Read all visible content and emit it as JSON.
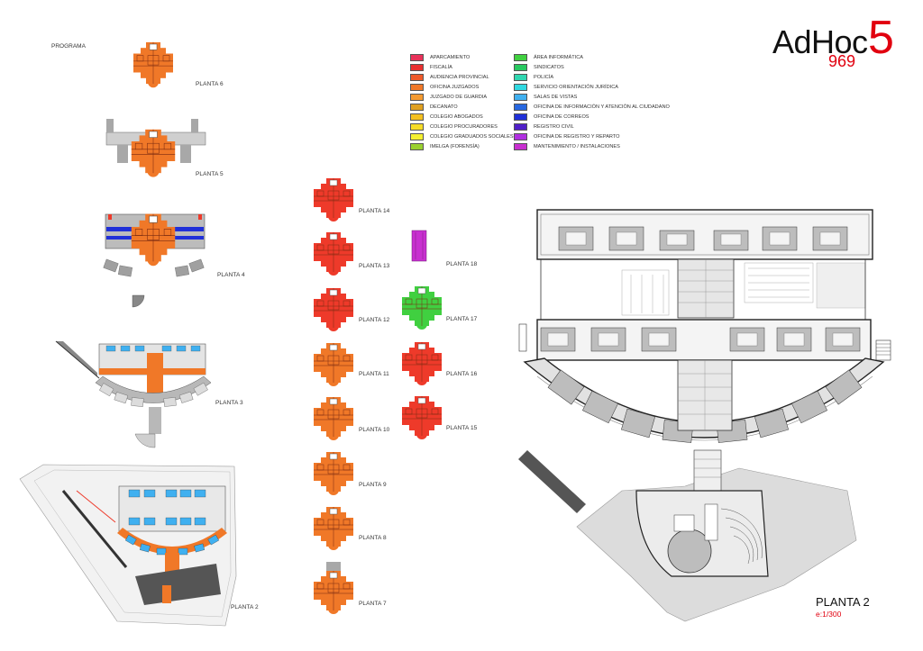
{
  "header": {
    "section_label": "PROGRAMA",
    "brand_name": "AdHoc",
    "brand_number": "5",
    "brand_code": "969"
  },
  "legend": {
    "items": [
      {
        "label": "APARCAMIENTO",
        "color": "#e8325a"
      },
      {
        "label": "FISCALÍA",
        "color": "#e83030"
      },
      {
        "label": "AUDIENCIA PROVINCIAL",
        "color": "#ee5a2a"
      },
      {
        "label": "OFICINA JUZGADOS",
        "color": "#f07828"
      },
      {
        "label": "JUZGADO DE GUARDIA",
        "color": "#f49a30"
      },
      {
        "label": "DECANATO",
        "color": "#e0a020"
      },
      {
        "label": "COLEGIO ABOGADOS",
        "color": "#f4c020"
      },
      {
        "label": "COLEGIO PROCURADORES",
        "color": "#f6dc28"
      },
      {
        "label": "COLEGIO GRADUADOS SOCIALES",
        "color": "#f4f030"
      },
      {
        "label": "IMELGA (FORENSÍA)",
        "color": "#9ad030"
      },
      {
        "label": "ÁREA INFORMÁTICA",
        "color": "#40d040"
      },
      {
        "label": "SINDICATOS",
        "color": "#28c860"
      },
      {
        "label": "POLICÍA",
        "color": "#30d6b0"
      },
      {
        "label": "SERVICIO ORIENTACIÓN JURÍDICA",
        "color": "#30d8e0"
      },
      {
        "label": "SALAS DE VISTAS",
        "color": "#40b0f0"
      },
      {
        "label": "OFICINA DE INFORMACIÓN Y ATENCIÓN AL CIUDADANO",
        "color": "#2868e0"
      },
      {
        "label": "OFICINA DE CORREOS",
        "color": "#2030d8"
      },
      {
        "label": "REGISTRO CIVIL",
        "color": "#5020c8"
      },
      {
        "label": "OFICINA DE REGISTRO Y REPARTO",
        "color": "#b030e0"
      },
      {
        "label": "MANTENIMIENTO / INSTALACIONES",
        "color": "#c830d0"
      }
    ]
  },
  "floors": {
    "p6": "PLANTA 6",
    "p5": "PLANTA 5",
    "p4": "PLANTA 4",
    "p3": "PLANTA 3",
    "p2": "PLANTA 2",
    "p14": "PLANTA 14",
    "p13": "PLANTA 13",
    "p12": "PLANTA 12",
    "p11": "PLANTA 11",
    "p10": "PLANTA 10",
    "p9": "PLANTA 9",
    "p8": "PLANTA 8",
    "p7": "PLANTA 7",
    "p18": "PLANTA 18",
    "p17": "PLANTA 17",
    "p16": "PLANTA 16",
    "p15": "PLANTA 15"
  },
  "main_plan": {
    "title": "PLANTA 2",
    "scale": "e:1/300"
  },
  "colors": {
    "orange": "#f07828",
    "red": "#ee3a2a",
    "gray": "#a8a8a8",
    "blue": "#2030d8",
    "sky": "#40b0f0",
    "green": "#40d040",
    "magenta": "#c830d0",
    "brand_red": "#e1000f"
  }
}
